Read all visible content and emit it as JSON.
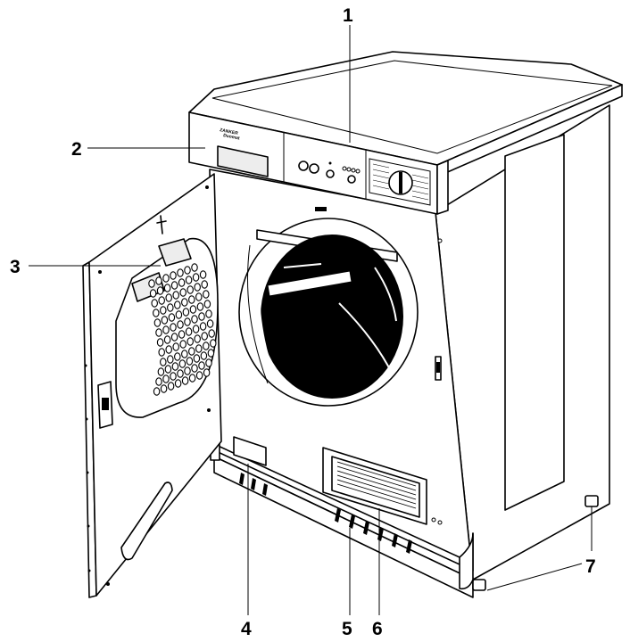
{
  "callouts": [
    {
      "id": "1",
      "label": "1"
    },
    {
      "id": "2",
      "label": "2"
    },
    {
      "id": "3",
      "label": "3"
    },
    {
      "id": "4",
      "label": "4"
    },
    {
      "id": "5",
      "label": "5"
    },
    {
      "id": "6",
      "label": "6"
    },
    {
      "id": "7",
      "label": "7"
    }
  ],
  "brand": {
    "name": "ZANKER",
    "model": "Duomat"
  }
}
